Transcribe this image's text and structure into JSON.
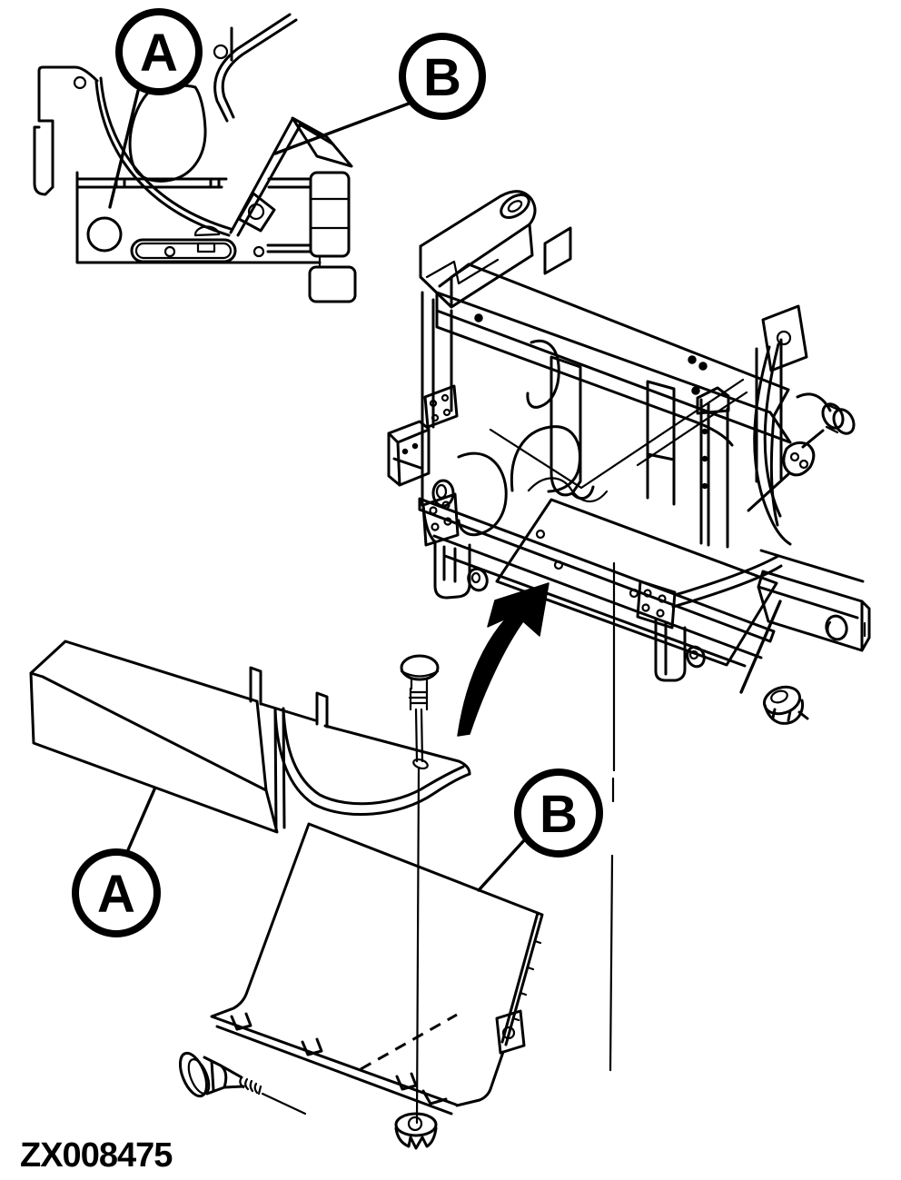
{
  "figure": {
    "id": "ZX008475"
  },
  "callouts": {
    "inset_a": {
      "label": "A"
    },
    "inset_b": {
      "label": "B"
    },
    "cover_a": {
      "label": "A"
    },
    "shield_b": {
      "label": "B"
    }
  },
  "icons": {
    "install_direction_arrow": "curved-arrow-up-right",
    "detail_inset": "installed-view-line-drawing",
    "frame_assembly": "seat-frame-isometric-line-drawing",
    "cover_part": "formed-cover-with-saddle-notch",
    "shield_part": "flat-shield-panel-with-tabs",
    "fasteners": [
      "carriage-bolt",
      "hex-flange-bolt",
      "flange-nut",
      "flange-nut"
    ]
  },
  "colors": {
    "line": "#000000",
    "background": "#ffffff"
  }
}
